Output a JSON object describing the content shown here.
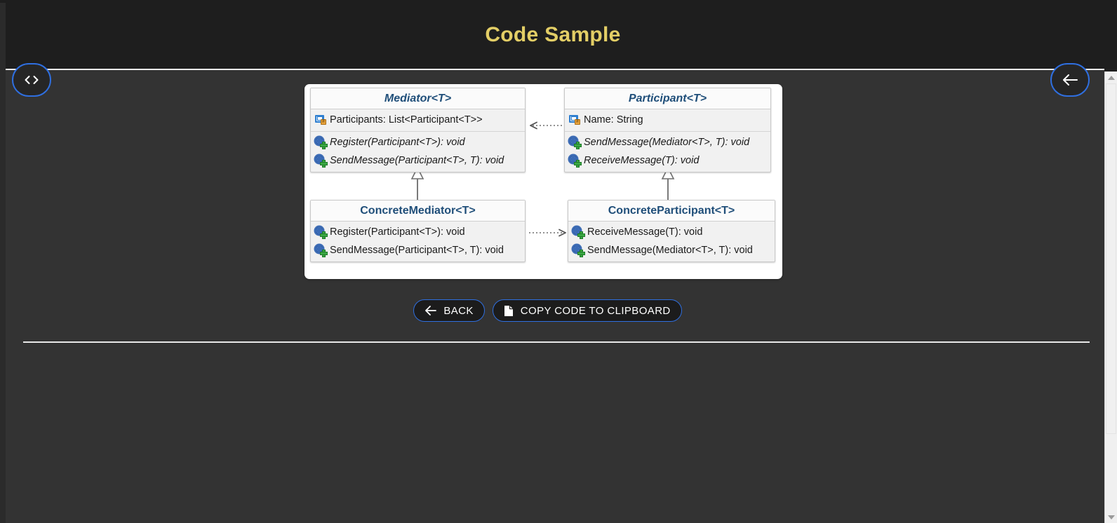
{
  "header": {
    "title": "Code Sample"
  },
  "fab": {
    "code_label": "<>",
    "code_icon": "code-brackets-icon",
    "back_icon": "arrow-left-icon"
  },
  "actions": [
    {
      "label": "BACK",
      "icon": "arrow-left-icon",
      "name": "back-button"
    },
    {
      "label": "COPY CODE TO CLIPBOARD",
      "icon": "copy-file-icon",
      "name": "copy-code-button"
    }
  ],
  "colors": {
    "header_bg": "#1e1e1e",
    "body_bg": "#333333",
    "title_gold": "#e3ce66",
    "accent_blue": "#2f6fe0",
    "uml_title_blue": "#1f4e79",
    "panel_bg": "#ffffff",
    "class_bg": "#f1f1f1"
  },
  "diagram": {
    "type": "uml-class-diagram",
    "pattern": "Mediator",
    "classes": [
      {
        "name": "Mediator<T>",
        "abstract": true,
        "properties": [
          {
            "icon": "property-icon",
            "text": "Participants: List<Participant<T>>"
          }
        ],
        "methods": [
          {
            "icon": "public-method-icon",
            "text": "Register(Participant<T>): void"
          },
          {
            "icon": "public-method-icon",
            "text": "SendMessage(Participant<T>, T): void"
          }
        ]
      },
      {
        "name": "Participant<T>",
        "abstract": true,
        "properties": [
          {
            "icon": "property-icon",
            "text": "Name: String"
          }
        ],
        "methods": [
          {
            "icon": "public-method-icon",
            "text": "SendMessage(Mediator<T>, T): void"
          },
          {
            "icon": "public-method-icon",
            "text": "ReceiveMessage(T): void"
          }
        ]
      },
      {
        "name": "ConcreteMediator<T>",
        "abstract": false,
        "properties": [],
        "methods": [
          {
            "icon": "public-method-icon",
            "text": "Register(Participant<T>): void"
          },
          {
            "icon": "public-method-icon",
            "text": "SendMessage(Participant<T>, T): void"
          }
        ]
      },
      {
        "name": "ConcreteParticipant<T>",
        "abstract": false,
        "properties": [],
        "methods": [
          {
            "icon": "public-method-icon",
            "text": "ReceiveMessage(T): void"
          },
          {
            "icon": "public-method-icon",
            "text": "SendMessage(Mediator<T>, T): void"
          }
        ]
      }
    ],
    "relations": [
      {
        "kind": "dependency",
        "from": "Participant<T>",
        "to": "Mediator<T>",
        "style": "dotted-arrow-left"
      },
      {
        "kind": "dependency",
        "from": "ConcreteMediator<T>",
        "to": "ConcreteParticipant<T>",
        "style": "dotted-arrow-right"
      },
      {
        "kind": "generalization",
        "from": "ConcreteMediator<T>",
        "to": "Mediator<T>",
        "style": "hollow-triangle-up"
      },
      {
        "kind": "generalization",
        "from": "ConcreteParticipant<T>",
        "to": "Participant<T>",
        "style": "hollow-triangle-up"
      }
    ]
  },
  "scrollbar": {
    "up_icon": "scroll-up-arrow-icon",
    "down_icon": "scroll-down-arrow-icon"
  }
}
